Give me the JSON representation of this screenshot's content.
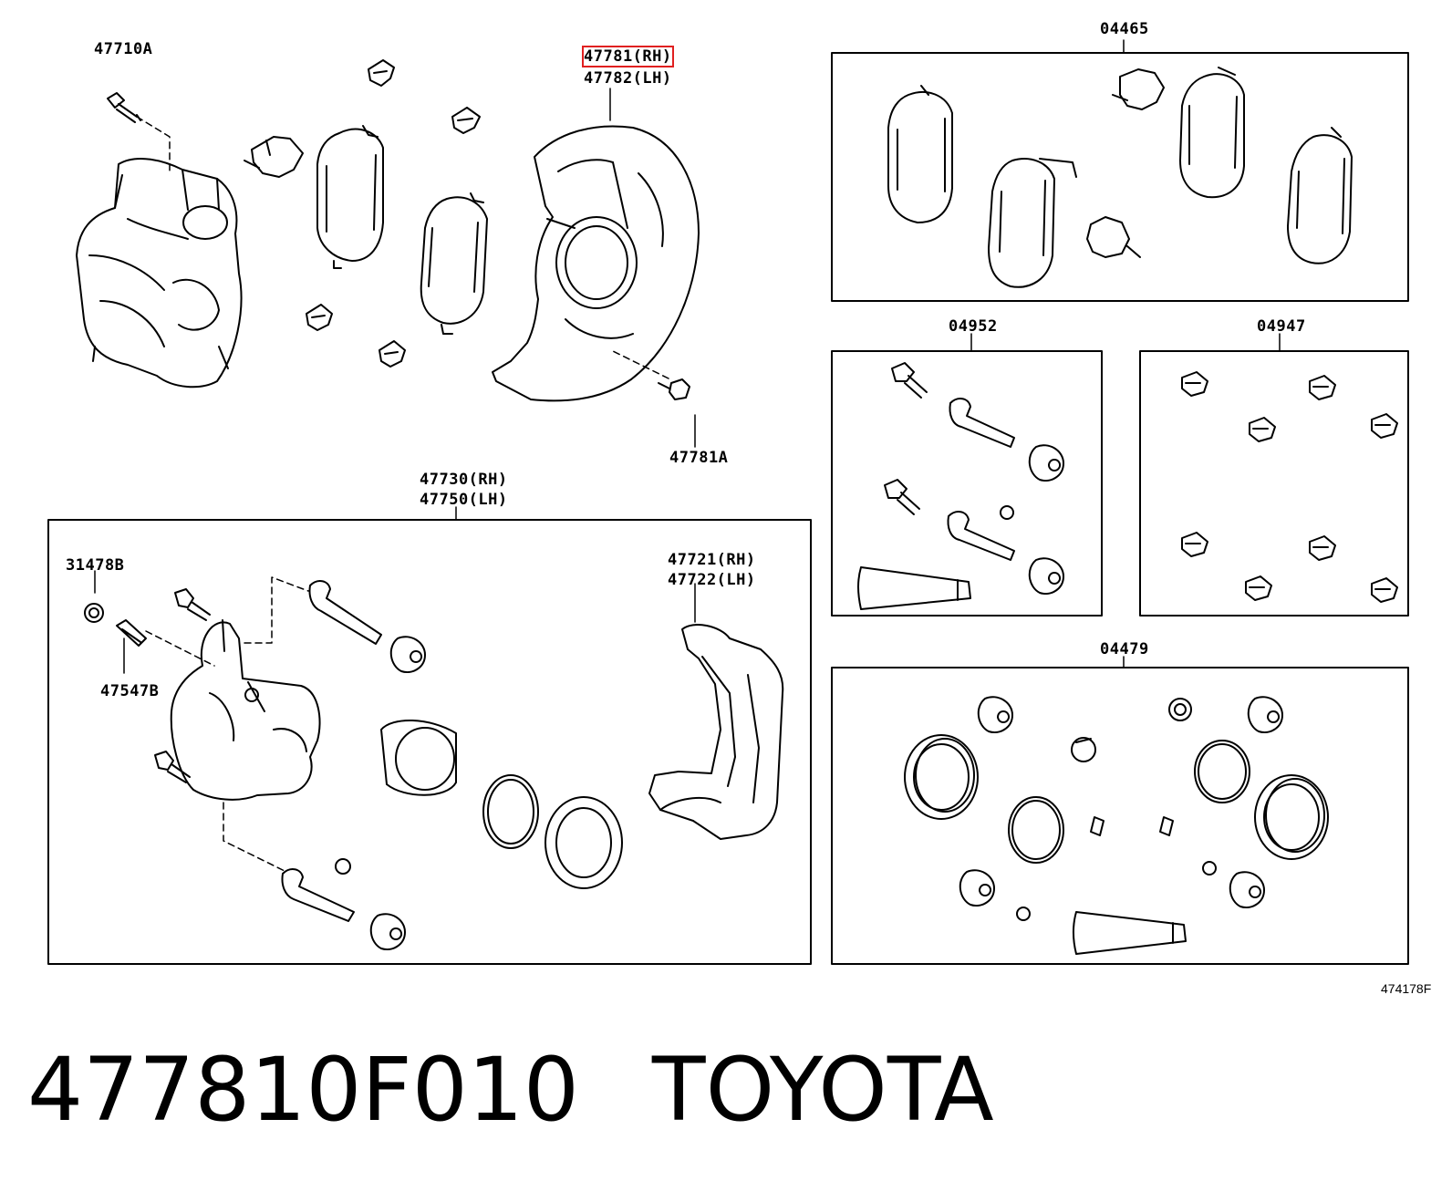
{
  "labels": {
    "l47710A": "47710A",
    "l47781RH": "47781(RH)",
    "l47782LH": "47782(LH)",
    "l47781A": "47781A",
    "l04465": "04465",
    "l04952": "04952",
    "l04947": "04947",
    "l04479": "04479",
    "l47730RH": "47730(RH)",
    "l47750LH": "47750(LH)",
    "l31478B": "31478B",
    "l47547B": "47547B",
    "l47721RH": "47721(RH)",
    "l47722LH": "47722(LH)"
  },
  "reference": "474178F",
  "caption": {
    "part_number": "477810F010",
    "brand": "TOYOTA"
  },
  "highlight_color": "#e02020"
}
